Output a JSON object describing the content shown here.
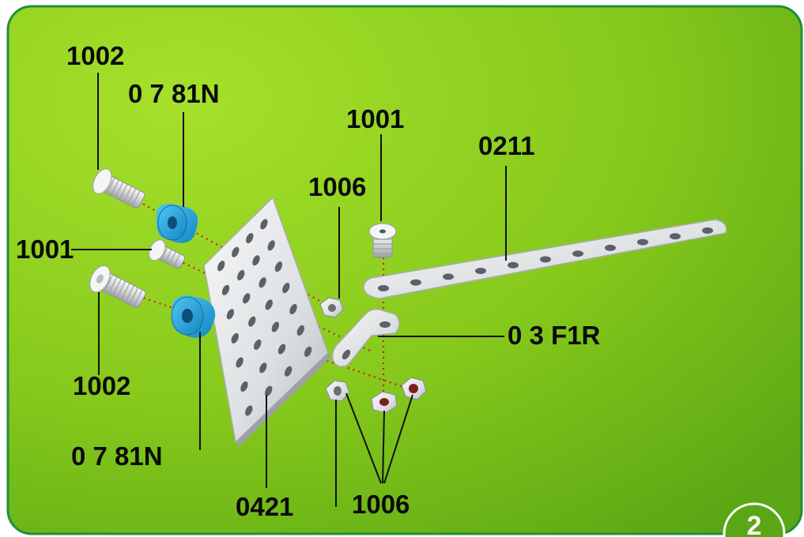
{
  "step_number": "2",
  "colors": {
    "background_light": "#8fd21c",
    "background_dark": "#5aa614",
    "frame": "#1f8f3a",
    "spacer": "#1fa6de",
    "metal": "#e8eaec"
  },
  "parts": {
    "screw_long_top": "1002",
    "spacer_top": "0 7 81N",
    "screw_short_left": "1001",
    "screw_long_bottom": "1002",
    "spacer_bottom": "0 7 81N",
    "plate": "0421",
    "nut_top": "1006",
    "screw_short_top": "1001",
    "strip": "0211",
    "bracket": "0 3 F1R",
    "nuts_bottom": "1006"
  }
}
